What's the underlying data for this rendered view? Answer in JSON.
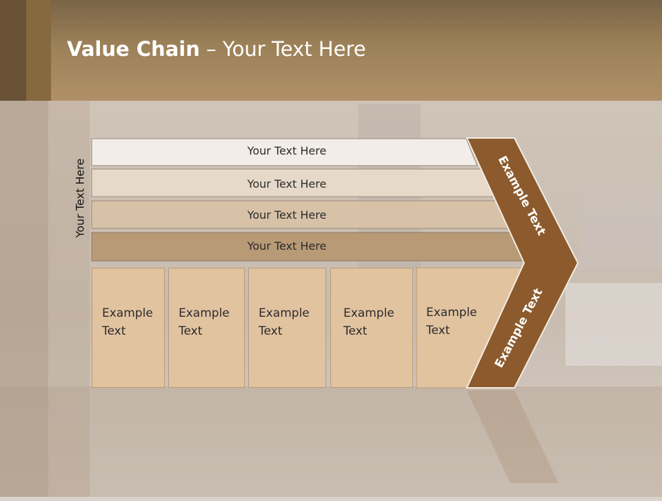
{
  "slide": {
    "title_bold": "Value Chain",
    "title_rest": " – Your Text Here",
    "side_label": "Your Text Here"
  },
  "rows": [
    {
      "label": "Your Text Here"
    },
    {
      "label": "Your Text Here"
    },
    {
      "label": "Your Text Here"
    },
    {
      "label": "Your Text Here"
    }
  ],
  "columns": [
    {
      "label": "Example\nText"
    },
    {
      "label": "Example\nText"
    },
    {
      "label": "Example\nText"
    },
    {
      "label": "Example\nText"
    },
    {
      "label": "Example\nText"
    }
  ],
  "chevron": {
    "upper_label": "Example Text",
    "lower_label": "Example Text"
  },
  "colors": {
    "header": "#9c8158",
    "chevron": "#8c5a2c",
    "row1": "#f2ede8",
    "row2": "#e6d9c9",
    "row3": "#d7c2a8",
    "row4": "#b89a76",
    "box": "#e2c3a0"
  }
}
